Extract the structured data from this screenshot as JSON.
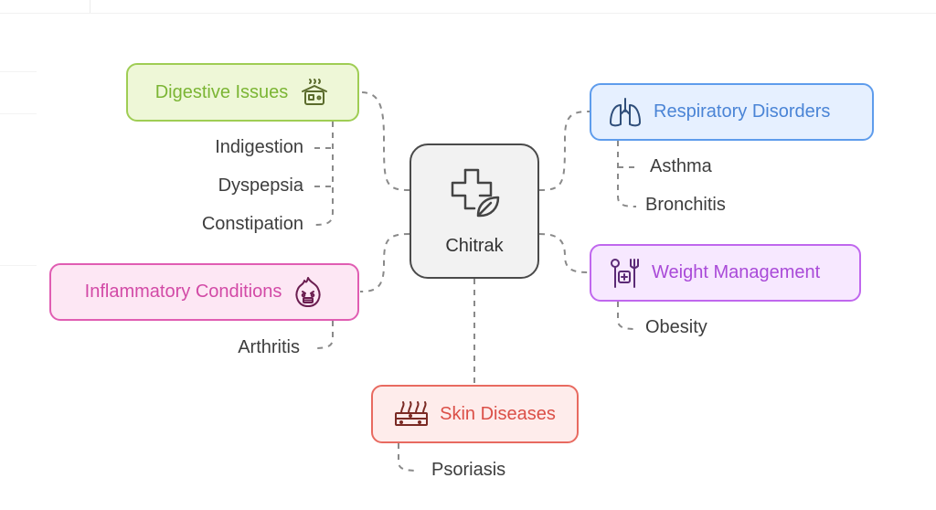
{
  "center": {
    "label": "Chitrak",
    "icon": "medical-cross-leaf-icon"
  },
  "branches": {
    "digestive": {
      "label": "Digestive Issues",
      "icon": "steaming-pot-icon",
      "color": "#7bb534",
      "leaves": [
        "Indigestion",
        "Dyspepsia",
        "Constipation"
      ]
    },
    "respiratory": {
      "label": "Respiratory Disorders",
      "icon": "lungs-icon",
      "color": "#4a84d6",
      "leaves": [
        "Asthma",
        "Bronchitis"
      ]
    },
    "weight": {
      "label": "Weight Management",
      "icon": "scale-fork-icon",
      "color": "#a94ad8",
      "leaves": [
        "Obesity"
      ]
    },
    "inflammatory": {
      "label": "Inflammatory Conditions",
      "icon": "angry-fire-face-icon",
      "color": "#d24aa6",
      "leaves": [
        "Arthritis"
      ]
    },
    "skin": {
      "label": "Skin Diseases",
      "icon": "skin-layers-icon",
      "color": "#db4f47",
      "leaves": [
        "Psoriasis"
      ]
    }
  }
}
